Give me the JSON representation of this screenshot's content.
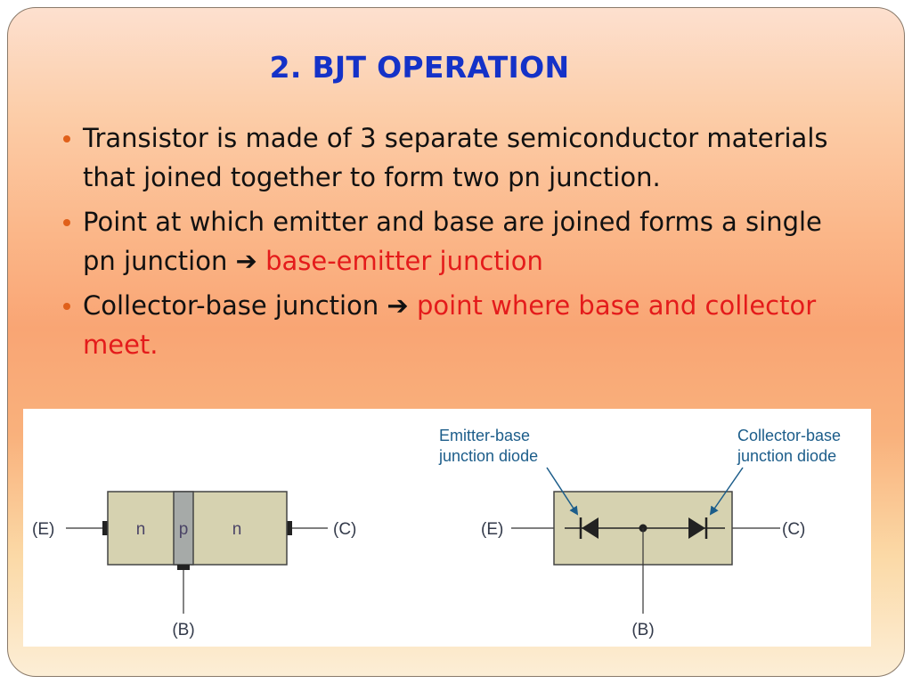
{
  "slide": {
    "title": "2. BJT OPERATION",
    "bullets": [
      {
        "text": "Transistor is made of 3 separate semiconductor materials that joined together to form two pn junction.",
        "arrow": "",
        "highlight": ""
      },
      {
        "text": "Point at which emitter and base are joined forms a single pn junction ",
        "arrow": "➔",
        "highlight": "base-emitter junction"
      },
      {
        "text": "Collector-base junction ",
        "arrow": "➔",
        "highlight": "point where base and collector meet."
      }
    ]
  },
  "diagram": {
    "left": {
      "emitter_label": "(E)",
      "collector_label": "(C)",
      "base_label": "(B)",
      "regions": [
        "n",
        "p",
        "n"
      ]
    },
    "right": {
      "emitter_label": "(E)",
      "collector_label": "(C)",
      "base_label": "(B)",
      "callout_eb_line1": "Emitter-base",
      "callout_eb_line2": "junction diode",
      "callout_cb_line1": "Collector-base",
      "callout_cb_line2": "junction diode"
    }
  },
  "colors": {
    "title": "#1432c8",
    "highlight": "#e41b1b",
    "bullet": "#e0601a",
    "block_fill": "#d6d2b0",
    "base_fill": "#a6aaa8",
    "callout": "#1c5d8a"
  }
}
